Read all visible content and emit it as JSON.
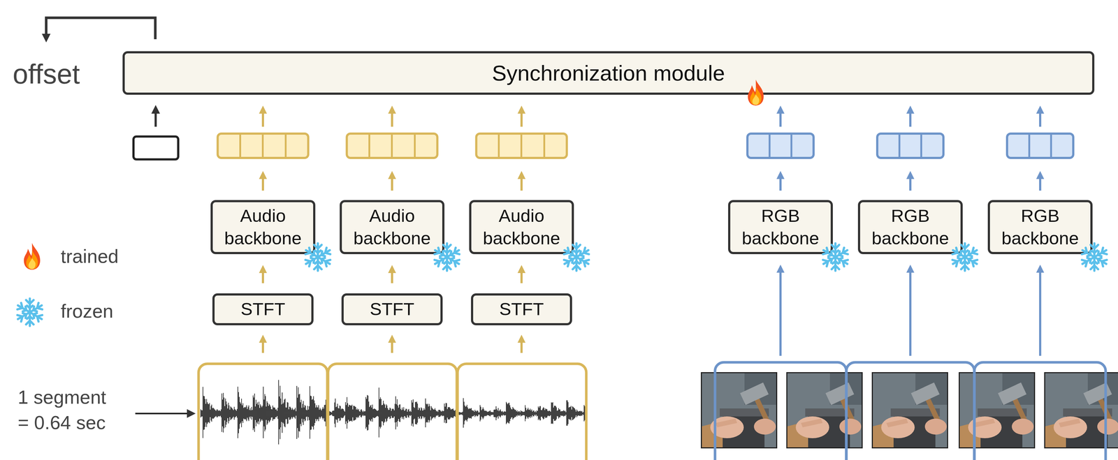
{
  "diagram": {
    "nodes": [
      {
        "text": [
          "Synchronization module"
        ]
      },
      {
        "text": [
          "Audio backbone"
        ]
      },
      {
        "text": [
          "Audio backbone"
        ]
      },
      {
        "text": [
          "Audio backbone"
        ]
      },
      {
        "text": [
          "RGB backbone"
        ]
      },
      {
        "text": [
          "RGB backbone"
        ]
      },
      {
        "text": [
          "RGB backbone"
        ]
      },
      {
        "text": [
          "STFT"
        ]
      },
      {
        "text": [
          "STFT"
        ]
      },
      {
        "text": [
          "STFT"
        ]
      }
    ],
    "edges": [
      {
        "from": 7,
        "to": 1,
        "arrow": "to"
      },
      {
        "from": 8,
        "to": 2,
        "arrow": "to"
      },
      {
        "from": 9,
        "to": 3,
        "arrow": "to"
      }
    ],
    "labels": [
      "offset",
      "1 segment = 0.64 sec"
    ],
    "legend": [
      {
        "text": "trained"
      },
      {
        "text": "frozen"
      }
    ]
  }
}
